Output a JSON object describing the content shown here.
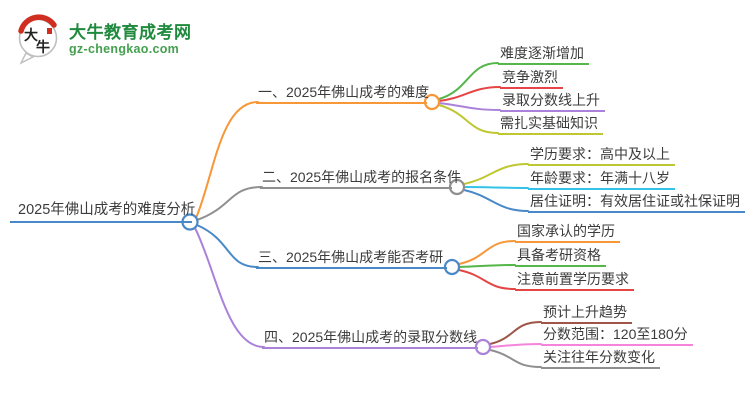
{
  "palette": {
    "blue": "#4a89c8",
    "orange": "#f79737",
    "gray": "#8f8f8f",
    "green": "#55b649",
    "red": "#e64545",
    "purple": "#aa82d9",
    "olive": "#bfc732",
    "cyan": "#33c3e8",
    "brown": "#9e5648",
    "pink": "#f584da",
    "logo_green": "#1f8a3d",
    "logo_green_light": "#44a04e",
    "logo_red": "#cf2e21",
    "logo_ink": "#222222",
    "bubble_stroke": "#bfbfbf"
  },
  "logo": {
    "site_name": "大牛教育成考网",
    "site_url": "gz-chengkao.com",
    "icon_char_top": "大",
    "icon_char_bottom": "牛"
  },
  "mindmap": {
    "root": {
      "label": "2025年佛山成考的难度分析",
      "color": "blue"
    },
    "branches": [
      {
        "label": "一、2025年佛山成考的难度",
        "color": "orange",
        "children": [
          {
            "label": "难度逐渐增加",
            "color": "green"
          },
          {
            "label": "竞争激烈",
            "color": "red"
          },
          {
            "label": "录取分数线上升",
            "color": "purple"
          },
          {
            "label": "需扎实基础知识",
            "color": "olive"
          }
        ]
      },
      {
        "label": "二、2025年佛山成考的报名条件",
        "color": "gray",
        "children": [
          {
            "label": "学历要求：高中及以上",
            "color": "olive"
          },
          {
            "label": "年龄要求：年满十八岁",
            "color": "cyan"
          },
          {
            "label": "居住证明：有效居住证或社保证明",
            "color": "blue"
          }
        ]
      },
      {
        "label": "三、2025年佛山成考能否考研",
        "color": "blue",
        "children": [
          {
            "label": "国家承认的学历",
            "color": "orange"
          },
          {
            "label": "具备考研资格",
            "color": "green"
          },
          {
            "label": "注意前置学历要求",
            "color": "red"
          }
        ]
      },
      {
        "label": "四、2025年佛山成考的录取分数线",
        "color": "purple",
        "children": [
          {
            "label": "预计上升趋势",
            "color": "brown"
          },
          {
            "label": "分数范围：120至180分",
            "color": "pink"
          },
          {
            "label": "关注往年分数变化",
            "color": "gray"
          }
        ]
      }
    ]
  }
}
